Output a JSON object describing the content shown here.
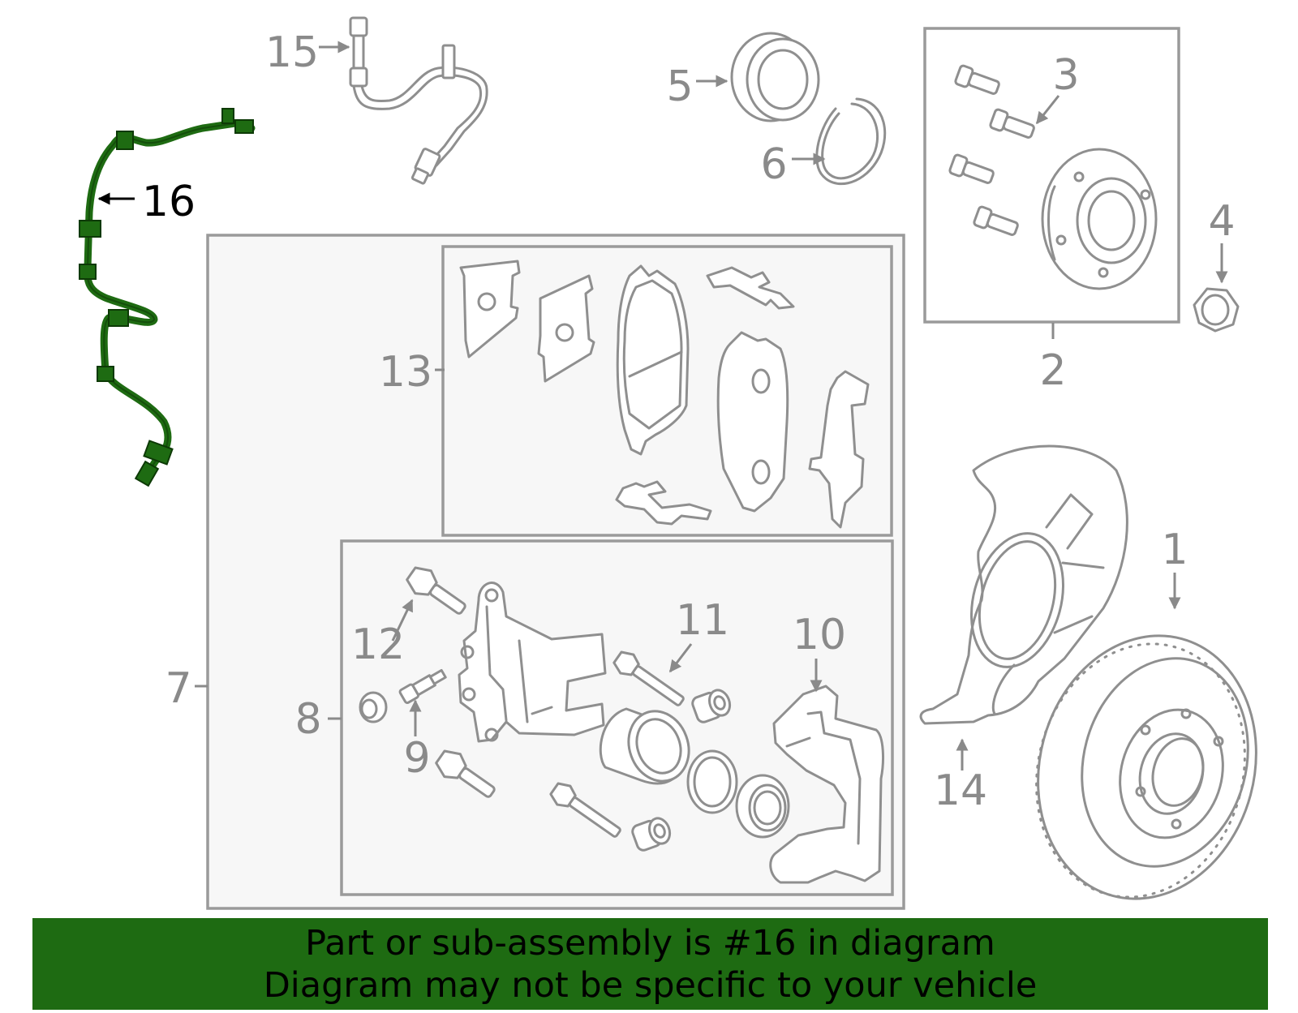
{
  "diagram": {
    "highlight_color": "#1e6b12",
    "callouts": {
      "c1": "1",
      "c2": "2",
      "c3": "3",
      "c4": "4",
      "c5": "5",
      "c6": "6",
      "c7": "7",
      "c8": "8",
      "c9": "9",
      "c10": "10",
      "c11": "11",
      "c12": "12",
      "c13": "13",
      "c14": "14",
      "c15": "15",
      "c16": "16"
    },
    "highlighted_part": "16"
  },
  "banner": {
    "line1": "Part or sub-assembly is #16 in diagram",
    "line2": "Diagram may not be specific to your vehicle"
  }
}
